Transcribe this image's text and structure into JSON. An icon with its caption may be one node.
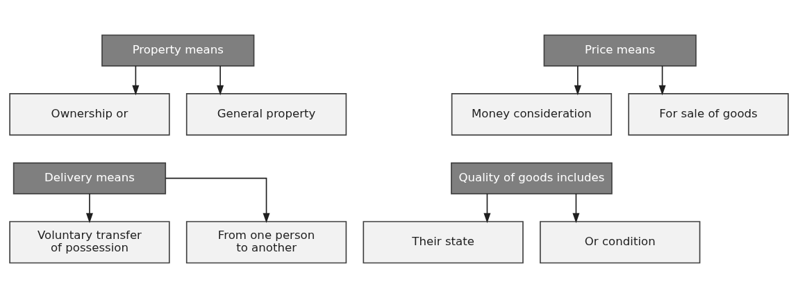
{
  "diagram": {
    "nodes": [
      {
        "text": [
          "Property means"
        ]
      },
      {
        "text": [
          "Ownership or"
        ]
      },
      {
        "text": [
          "General property"
        ]
      },
      {
        "text": [
          "Price means"
        ]
      },
      {
        "text": [
          "Money consideration"
        ]
      },
      {
        "text": [
          "For sale of goods"
        ]
      },
      {
        "text": [
          "Delivery means"
        ]
      },
      {
        "text": [
          "Voluntary transfer of possession"
        ]
      },
      {
        "text": [
          "From one person to another"
        ]
      },
      {
        "text": [
          "Quality of goods includes"
        ]
      },
      {
        "text": [
          "Their state"
        ]
      },
      {
        "text": [
          "Or condition"
        ]
      }
    ],
    "edges": [
      {
        "from": 0,
        "to": 1,
        "arrow": "to"
      },
      {
        "from": 0,
        "to": 2,
        "arrow": "to"
      },
      {
        "from": 3,
        "to": 4,
        "arrow": "to"
      },
      {
        "from": 3,
        "to": 5,
        "arrow": "to"
      },
      {
        "from": 6,
        "to": 7,
        "arrow": "to"
      },
      {
        "from": 6,
        "to": 8,
        "arrow": "to"
      },
      {
        "from": 9,
        "to": 10,
        "arrow": "to"
      },
      {
        "from": 9,
        "to": 11,
        "arrow": "to"
      }
    ]
  }
}
